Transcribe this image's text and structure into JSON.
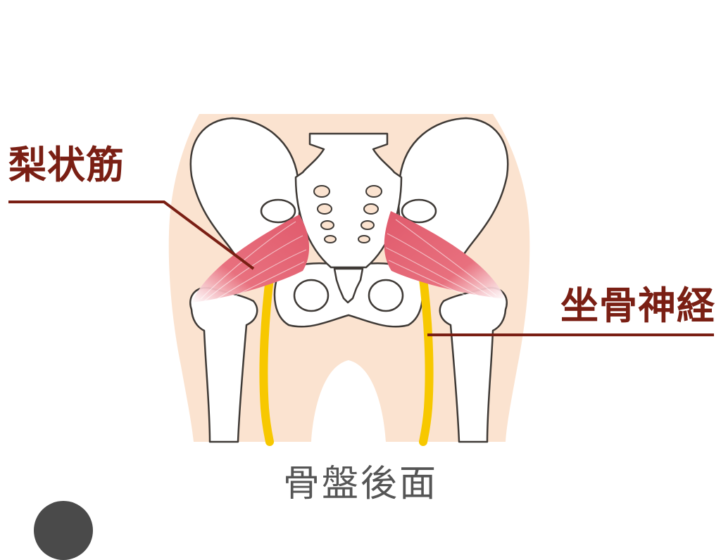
{
  "labels": {
    "piriformis": "梨状筋",
    "sciatic_nerve": "坐骨神経",
    "caption": "骨盤後面"
  },
  "colors": {
    "label_text": "#7a1f14",
    "caption_text": "#555555",
    "leader_line": "#7a1f14",
    "skin": "#fbe3d0",
    "bone_fill": "#ffffff",
    "bone_outline": "#3f3a36",
    "muscle": "#e8707e",
    "nerve": "#f7c800"
  }
}
